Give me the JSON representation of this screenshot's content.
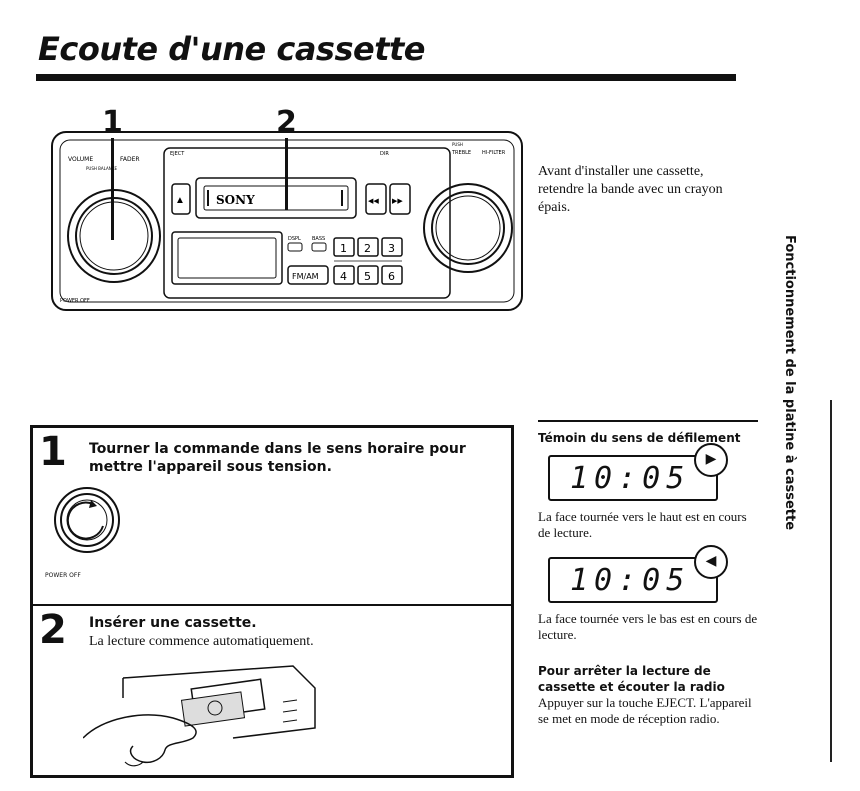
{
  "title": "Ecoute d'une cassette",
  "callouts": [
    "1",
    "2"
  ],
  "radio": {
    "volume_label": "VOLUME",
    "fader_label": "FADER",
    "balance_label": "PUSH BALANCE",
    "power_off_label": "POWER OFF",
    "eject_label": "EJECT",
    "eject_symbol": "▲",
    "brand": "SONY",
    "ff_symbol": "◀◀",
    "rew_symbol": "▶▶",
    "dir_label": "DIR",
    "push_label": "PUSH",
    "bass_label": "BASS",
    "treble_label": "TREBLE",
    "hifilter_label": "HI-FILTER",
    "disp_label": "DSPL",
    "band_button": "FM/AM",
    "presets": [
      "1",
      "2",
      "3",
      "4",
      "5",
      "6"
    ]
  },
  "intro_note": "Avant d'installer une cassette, retendre la bande avec un crayon épais.",
  "side_tab": "Fonctionnement de la platine à cassette",
  "steps": [
    {
      "number": "1",
      "text": "Tourner la commande dans le sens horaire pour mettre l'appareil sous tension.",
      "knob_label": "POWER OFF"
    },
    {
      "number": "2",
      "text": "Insérer une cassette.",
      "subtext": "La lecture commence automatiquement."
    }
  ],
  "direction": {
    "title": "Témoin du sens de défilement",
    "displays": [
      {
        "time": "10:05",
        "arrow": "▶",
        "caption": "La face tournée vers le haut est en cours de lecture."
      },
      {
        "time": "10:05",
        "arrow": "◀",
        "caption": "La face tournée vers le bas est en cours de lecture."
      }
    ]
  },
  "stop": {
    "title": "Pour arrêter la lecture de cassette et écouter la radio",
    "text": "Appuyer sur la touche EJECT. L'appareil se met en mode de réception radio."
  }
}
